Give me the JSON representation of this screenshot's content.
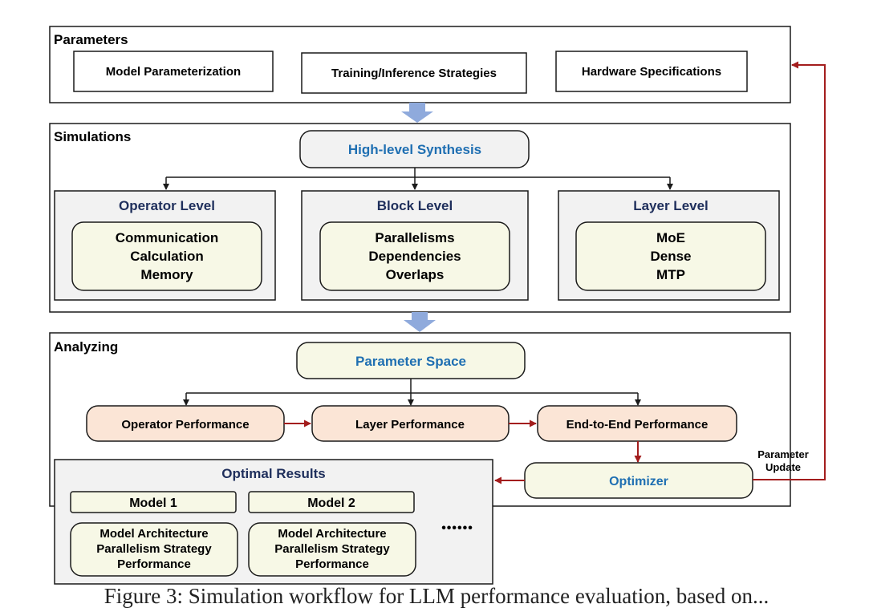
{
  "colors": {
    "stroke": "#1a1a1a",
    "section_fill": "#f2f2f2",
    "label_fill": "#f7f8e6",
    "perf_fill": "#fbe5d6",
    "grey_box_fill": "#f2f2f2",
    "blue_text": "#1f6fb2",
    "navy_text": "#1f2f5c",
    "red_arrow": "#a31d1d",
    "down_arrow": "#8faadc"
  },
  "parameters": {
    "title": "Parameters",
    "items": [
      "Model Parameterization",
      "Training/Inference Strategies",
      "Hardware Specifications"
    ]
  },
  "simulations": {
    "title": "Simulations",
    "synthesis": "High-level Synthesis",
    "levels": [
      {
        "title": "Operator Level",
        "lines": [
          "Communication",
          "Calculation",
          "Memory"
        ]
      },
      {
        "title": "Block Level",
        "lines": [
          "Parallelisms",
          "Dependencies",
          "Overlaps"
        ]
      },
      {
        "title": "Layer Level",
        "lines": [
          "MoE",
          "Dense",
          "MTP"
        ]
      }
    ]
  },
  "analyzing": {
    "title": "Analyzing",
    "space": "Parameter Space",
    "perf": [
      "Operator Performance",
      "Layer Performance",
      "End-to-End Performance"
    ],
    "optimizer": "Optimizer",
    "feedback_lines": [
      "Parameter",
      "Update"
    ]
  },
  "results": {
    "title": "Optimal Results",
    "models": [
      {
        "name": "Model 1",
        "lines": [
          "Model Architecture",
          "Parallelism Strategy",
          "Performance"
        ]
      },
      {
        "name": "Model 2",
        "lines": [
          "Model Architecture",
          "Parallelism Strategy",
          "Performance"
        ]
      }
    ],
    "ellipsis": "••••••"
  },
  "caption": "Figure 3: Simulation workflow for LLM performance evaluation, based on..."
}
